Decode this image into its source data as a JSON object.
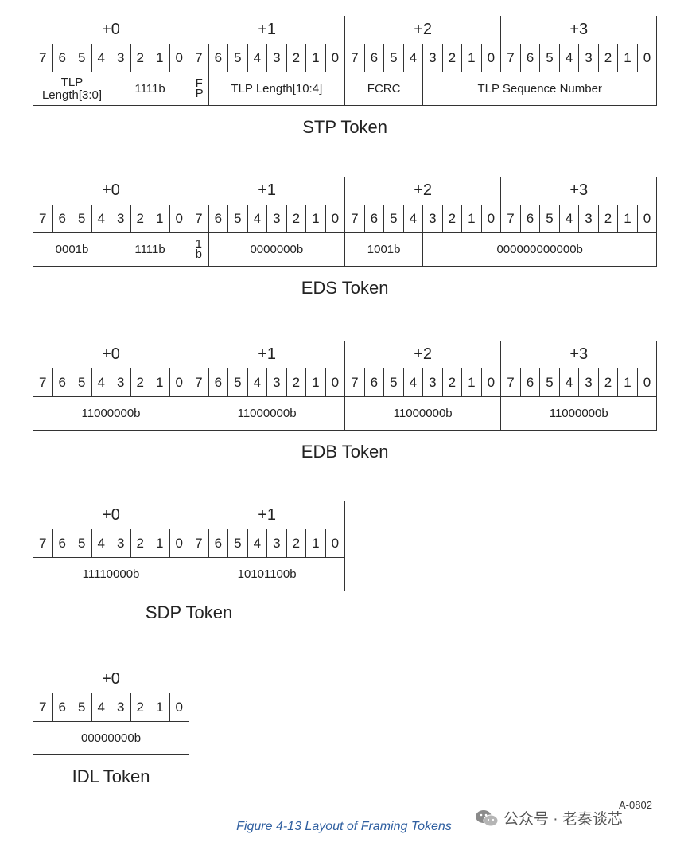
{
  "bits": [
    "7",
    "6",
    "5",
    "4",
    "3",
    "2",
    "1",
    "0"
  ],
  "tokens": [
    {
      "name": "STP Token",
      "bytes": [
        "+0",
        "+1",
        "+2",
        "+3"
      ],
      "fields": [
        {
          "bits": 4,
          "label": "TLP Length[3:0]"
        },
        {
          "bits": 4,
          "label": "1111b"
        },
        {
          "bits": 1,
          "label": "FP"
        },
        {
          "bits": 7,
          "label": "TLP Length[10:4]"
        },
        {
          "bits": 4,
          "label": "FCRC"
        },
        {
          "bits": 12,
          "label": "TLP Sequence Number"
        }
      ]
    },
    {
      "name": "EDS Token",
      "bytes": [
        "+0",
        "+1",
        "+2",
        "+3"
      ],
      "fields": [
        {
          "bits": 4,
          "label": "0001b"
        },
        {
          "bits": 4,
          "label": "1111b"
        },
        {
          "bits": 1,
          "label": "1b"
        },
        {
          "bits": 7,
          "label": "0000000b"
        },
        {
          "bits": 4,
          "label": "1001b"
        },
        {
          "bits": 12,
          "label": "000000000000b"
        }
      ]
    },
    {
      "name": "EDB Token",
      "bytes": [
        "+0",
        "+1",
        "+2",
        "+3"
      ],
      "fields": [
        {
          "bits": 8,
          "label": "11000000b"
        },
        {
          "bits": 8,
          "label": "11000000b"
        },
        {
          "bits": 8,
          "label": "11000000b"
        },
        {
          "bits": 8,
          "label": "11000000b"
        }
      ]
    },
    {
      "name": "SDP Token",
      "bytes": [
        "+0",
        "+1"
      ],
      "fields": [
        {
          "bits": 8,
          "label": "11110000b"
        },
        {
          "bits": 8,
          "label": "10101100b"
        }
      ]
    },
    {
      "name": "IDL Token",
      "bytes": [
        "+0"
      ],
      "fields": [
        {
          "bits": 8,
          "label": "00000000b"
        }
      ]
    }
  ],
  "figure_ref": "A-0802",
  "caption": "Figure 4-13 Layout of Framing Tokens",
  "watermark": "公众号 · 老秦谈芯"
}
